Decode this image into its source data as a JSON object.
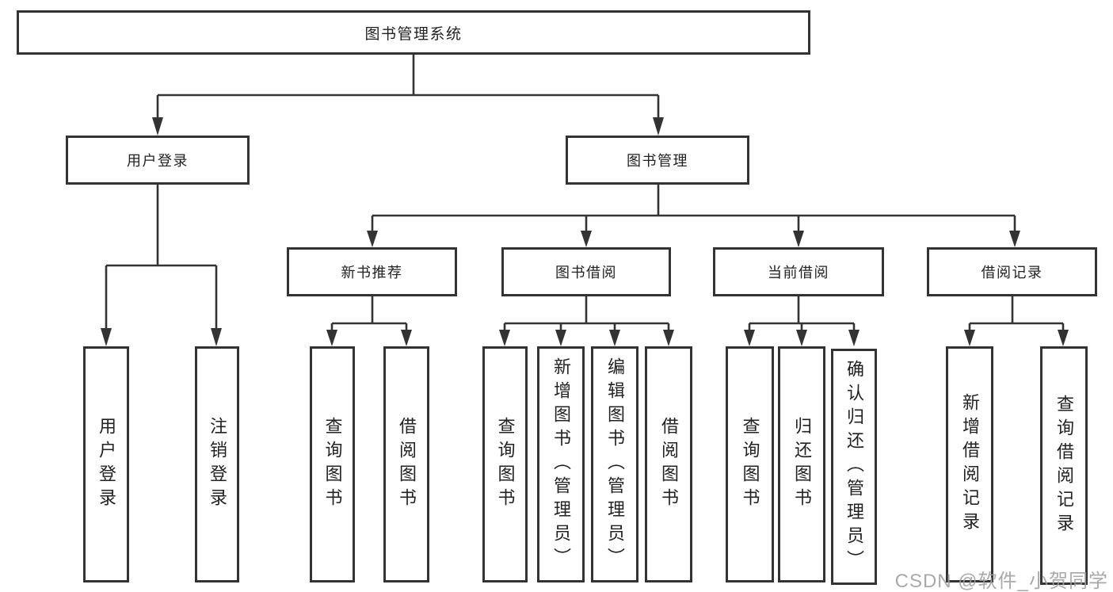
{
  "page": {
    "background": "#ffffff"
  },
  "colors": {
    "line": "#333333",
    "box_border": "#333333",
    "text": "#222222",
    "watermark": "#9e9e9e"
  },
  "tree": {
    "label": "图书管理系统",
    "children": [
      {
        "label": "用户登录",
        "children": [
          {
            "label": "用户登录"
          },
          {
            "label": "注销登录"
          }
        ]
      },
      {
        "label": "图书管理",
        "children": [
          {
            "label": "新书推荐",
            "children": [
              {
                "label": "查询图书"
              },
              {
                "label": "借阅图书"
              }
            ]
          },
          {
            "label": "图书借阅",
            "children": [
              {
                "label": "查询图书"
              },
              {
                "label": "新增图书（管理员）"
              },
              {
                "label": "编辑图书（管理员）"
              },
              {
                "label": "借阅图书"
              }
            ]
          },
          {
            "label": "当前借阅",
            "children": [
              {
                "label": "查询图书"
              },
              {
                "label": "归还图书"
              },
              {
                "label": "确认归还（管理员）"
              }
            ]
          },
          {
            "label": "借阅记录",
            "children": [
              {
                "label": "新增借阅记录"
              },
              {
                "label": "查询借阅记录"
              }
            ]
          }
        ]
      }
    ]
  },
  "watermark": {
    "text": "CSDN @软件_小贺同学"
  }
}
